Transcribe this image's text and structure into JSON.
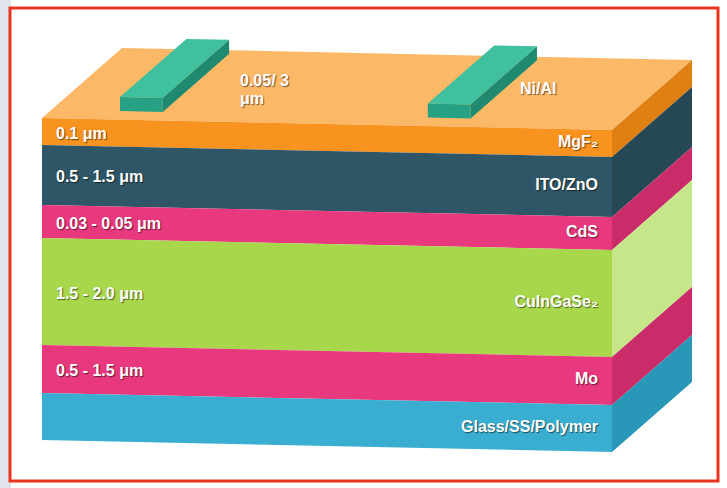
{
  "diagram": {
    "nodes": [
      {
        "text": [
          "0.1 μm",
          "MgF₂"
        ]
      },
      {
        "text": [
          "0.5 - 1.5 μm",
          "ITO/ZnO"
        ]
      },
      {
        "text": [
          "0.03 - 0.05 μm",
          "CdS"
        ]
      },
      {
        "text": [
          "1.5 - 2.0 μm",
          "CuInGaSe₂"
        ]
      },
      {
        "text": [
          "0.5 - 1.5 μm",
          "Mo"
        ]
      },
      {
        "text": [
          "Glass/SS/Polymer"
        ]
      }
    ],
    "labels": [
      "0.05/ 3 μm",
      "Ni/Al"
    ]
  }
}
